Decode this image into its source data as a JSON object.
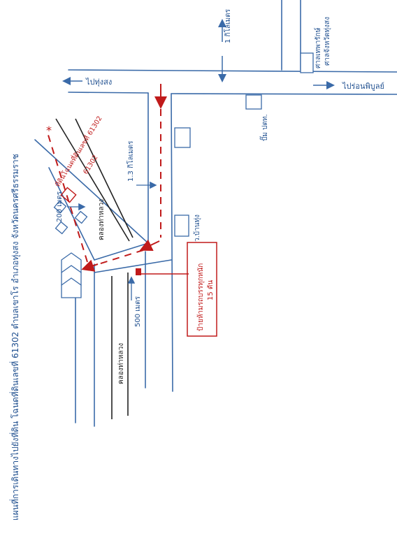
{
  "title": "แผนที่การเดินทางไปยังที่ดิน โฉนดที่ดินเลขที่ 61302   ตำบลเขาโร   อำเภอทุ่งสง   จังหวัดนครศรีธรรมราช",
  "labels": {
    "to_thungsong": "ไปทุ่งสง",
    "to_ronphibun": "ไปร่อนพิบูลย์",
    "km_1": "1 กิโลเมตร",
    "km_1_3": "1.3 กิโลเมตร",
    "dist_200": "200 เมตร",
    "dist_500": "500 เมตร",
    "khlong_north": "คลองท่าหลวง",
    "khlong_south": "คลองท่าหลวง",
    "court": "ศาลจังหวัดทุ่งสง",
    "shrine": "ศาลเทพารักษ์",
    "gas_station": "ปั๊ม ปตท.",
    "land_label": "ที่ดินโฉนดที่ดินเลขที่ 61302",
    "land_number": "61302",
    "village": "ว.บ้านทุ่ง",
    "sign_line1": "ป้ายห้ามรถบรรทุกหนัก",
    "sign_line2": "15 ตัน",
    "star": "*"
  },
  "colors": {
    "road": "#3a6aa8",
    "route": "#c01a1a",
    "canal": "#222222",
    "text_blue": "#1f4f8f",
    "text_red": "#c01a1a"
  },
  "icons": [
    "arrow-left-icon",
    "arrow-right-icon",
    "arrow-down-icon",
    "arrow-up-icon",
    "star-icon",
    "sign-icon"
  ]
}
